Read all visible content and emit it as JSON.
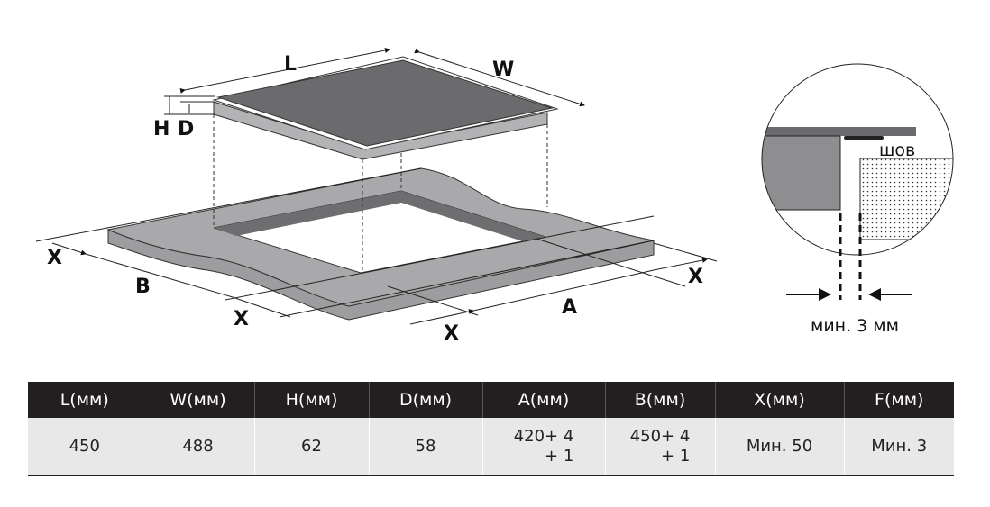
{
  "diagram": {
    "labels": {
      "L": "L",
      "W": "W",
      "H": "H",
      "D": "D",
      "B": "B",
      "A": "A",
      "X": "X"
    },
    "detail": {
      "seam_label": "шов",
      "gap_label": "мин. 3 мм"
    },
    "colors": {
      "hob_top": "#6b6b6d",
      "hob_side": "#b3b3b5",
      "counter": "#a9a9ab",
      "cutout_wall": "#6e6e70",
      "table_header": "#231f20",
      "table_body": "#e8e8e8"
    }
  },
  "table": {
    "headers": [
      "L(мм)",
      "W(мм)",
      "H(мм)",
      "D(мм)",
      "A(мм)",
      "B(мм)",
      "X(мм)",
      "F(мм)"
    ],
    "values": [
      "450",
      "488",
      "62",
      "58",
      "420+ 4",
      "450+ 4",
      "Мин. 50",
      "Мин. 3"
    ],
    "tolerances": {
      "A": "+ 1",
      "B": "+ 1"
    }
  }
}
